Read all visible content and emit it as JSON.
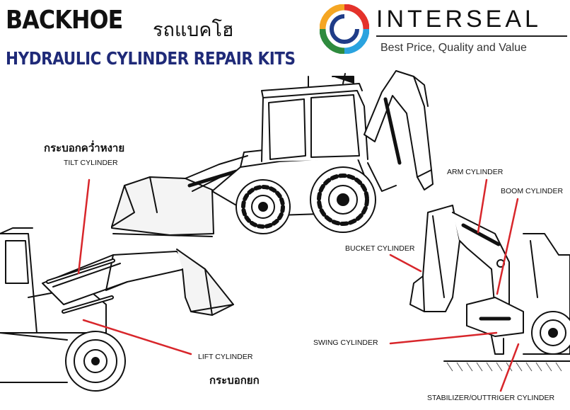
{
  "header": {
    "title": "BACKHOE",
    "title_thai": "รถแบคโฮ",
    "subtitle": "HYDRAULIC CYLINDER REPAIR KITS"
  },
  "brand": {
    "name": "INTERSEAL",
    "tagline": "Best Price, Quality and Value",
    "logo_colors": [
      "#e4322b",
      "#2aa3df",
      "#2e8b3e",
      "#f5a623",
      "#1f3c88"
    ]
  },
  "labels": {
    "tilt_thai": "กระบอกคว่ำหงาย",
    "tilt": "TILT CYLINDER",
    "lift": "LIFT CYLINDER",
    "lift_thai": "กระบอกยก",
    "arm": "ARM CYLINDER",
    "boom": "BOOM CYLINDER",
    "bucket": "BUCKET CYLINDER",
    "swing": "SWING CYLINDER",
    "stabilizer": "STABILIZER/OUTTRIGER CYLINDER"
  },
  "colors": {
    "pointer": "#d8262b",
    "title_blue": "#1f2a78"
  }
}
